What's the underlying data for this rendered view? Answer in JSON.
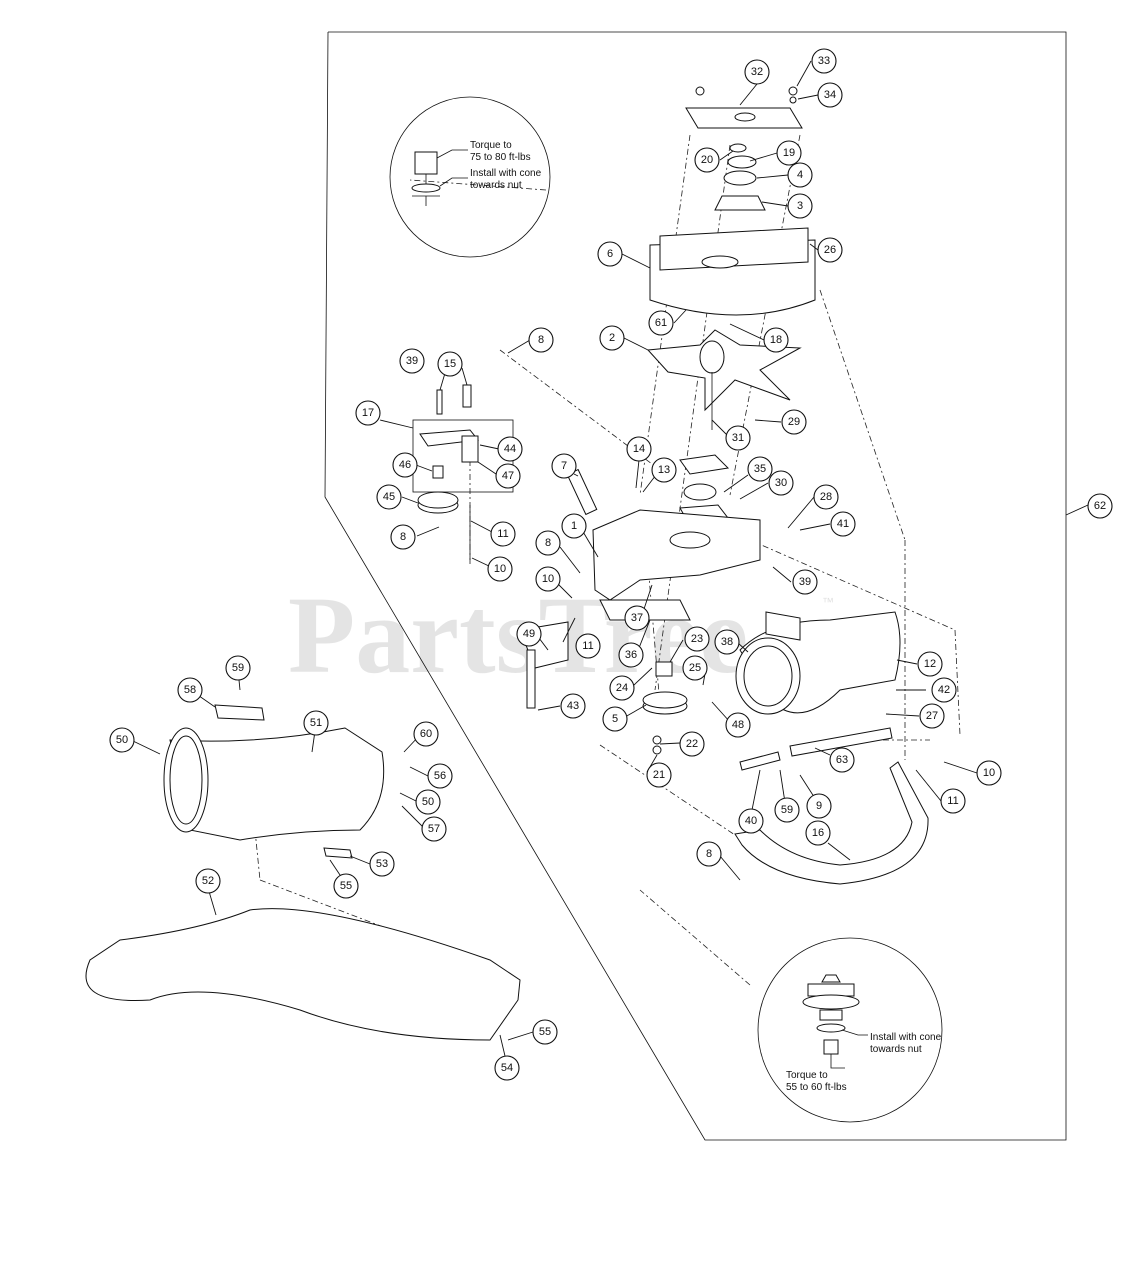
{
  "watermark": {
    "text": "PartsTree",
    "tm": "™"
  },
  "notes": {
    "top_torque_line1": "Torque to",
    "top_torque_line2": "75 to 80 ft-lbs",
    "top_install_line1": "Install with cone",
    "top_install_line2": "towards nut",
    "bottom_install_line1": "Install with cone",
    "bottom_install_line2": "towards nut",
    "bottom_torque_line1": "Torque to",
    "bottom_torque_line2": "55 to 60 ft-lbs"
  },
  "callouts": [
    {
      "label": "32"
    },
    {
      "label": "33"
    },
    {
      "label": "34"
    },
    {
      "label": "20"
    },
    {
      "label": "19"
    },
    {
      "label": "4"
    },
    {
      "label": "3"
    },
    {
      "label": "26"
    },
    {
      "label": "6"
    },
    {
      "label": "61"
    },
    {
      "label": "18"
    },
    {
      "label": "2"
    },
    {
      "label": "8"
    },
    {
      "label": "39"
    },
    {
      "label": "15"
    },
    {
      "label": "29"
    },
    {
      "label": "31"
    },
    {
      "label": "17"
    },
    {
      "label": "44"
    },
    {
      "label": "47"
    },
    {
      "label": "46"
    },
    {
      "label": "14"
    },
    {
      "label": "13"
    },
    {
      "label": "7"
    },
    {
      "label": "35"
    },
    {
      "label": "30"
    },
    {
      "label": "28"
    },
    {
      "label": "41"
    },
    {
      "label": "62"
    },
    {
      "label": "45"
    },
    {
      "label": "1"
    },
    {
      "label": "11"
    },
    {
      "label": "8"
    },
    {
      "label": "10"
    },
    {
      "label": "8"
    },
    {
      "label": "39"
    },
    {
      "label": "10"
    },
    {
      "label": "37"
    },
    {
      "label": "11"
    },
    {
      "label": "49"
    },
    {
      "label": "23"
    },
    {
      "label": "38"
    },
    {
      "label": "36"
    },
    {
      "label": "12"
    },
    {
      "label": "24"
    },
    {
      "label": "25"
    },
    {
      "label": "42"
    },
    {
      "label": "43"
    },
    {
      "label": "5"
    },
    {
      "label": "48"
    },
    {
      "label": "27"
    },
    {
      "label": "22"
    },
    {
      "label": "21"
    },
    {
      "label": "63"
    },
    {
      "label": "10"
    },
    {
      "label": "11"
    },
    {
      "label": "40"
    },
    {
      "label": "59"
    },
    {
      "label": "9"
    },
    {
      "label": "16"
    },
    {
      "label": "8"
    },
    {
      "label": "59"
    },
    {
      "label": "58"
    },
    {
      "label": "51"
    },
    {
      "label": "50"
    },
    {
      "label": "60"
    },
    {
      "label": "56"
    },
    {
      "label": "50"
    },
    {
      "label": "57"
    },
    {
      "label": "53"
    },
    {
      "label": "55"
    },
    {
      "label": "52"
    },
    {
      "label": "55"
    },
    {
      "label": "54"
    }
  ]
}
